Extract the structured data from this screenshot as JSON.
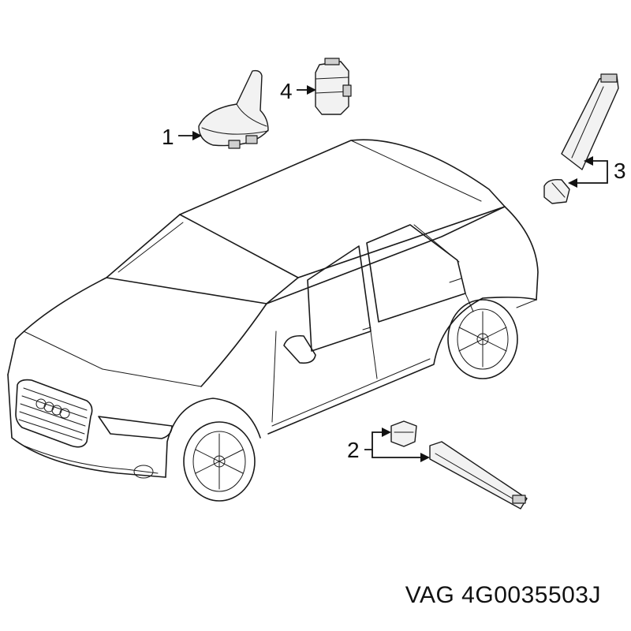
{
  "callouts": {
    "c1": "1",
    "c2": "2",
    "c3": "3",
    "c4": "4"
  },
  "part_number": "VAG 4G0035503J"
}
